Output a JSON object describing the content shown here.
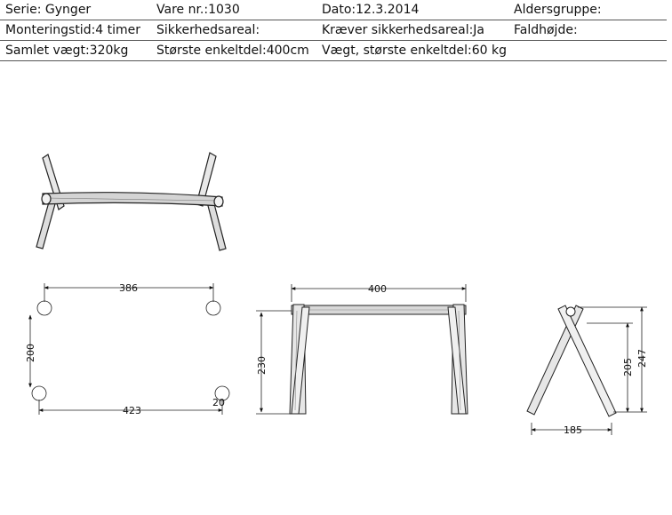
{
  "specs": {
    "rows": [
      [
        "Serie: Gynger",
        "Vare nr.:1030",
        "Dato:12.3.2014",
        "Aldersgruppe:"
      ],
      [
        "Monteringstid:4 timer",
        "Sikkerhedsareal:",
        "Kræver sikkerhedsareal:Ja",
        "Faldhøjde:"
      ],
      [
        "Samlet vægt:320kg",
        "Største enkeltdel:400cm",
        "Vægt, største enkeltdel:60 kg",
        ""
      ]
    ]
  },
  "dimensions": {
    "plan_top": "386",
    "plan_bottom": "423",
    "plan_left": "200",
    "plan_post": "20",
    "front_width": "400",
    "front_height": "230",
    "side_inner": "205",
    "side_outer": "247",
    "side_base": "185"
  }
}
